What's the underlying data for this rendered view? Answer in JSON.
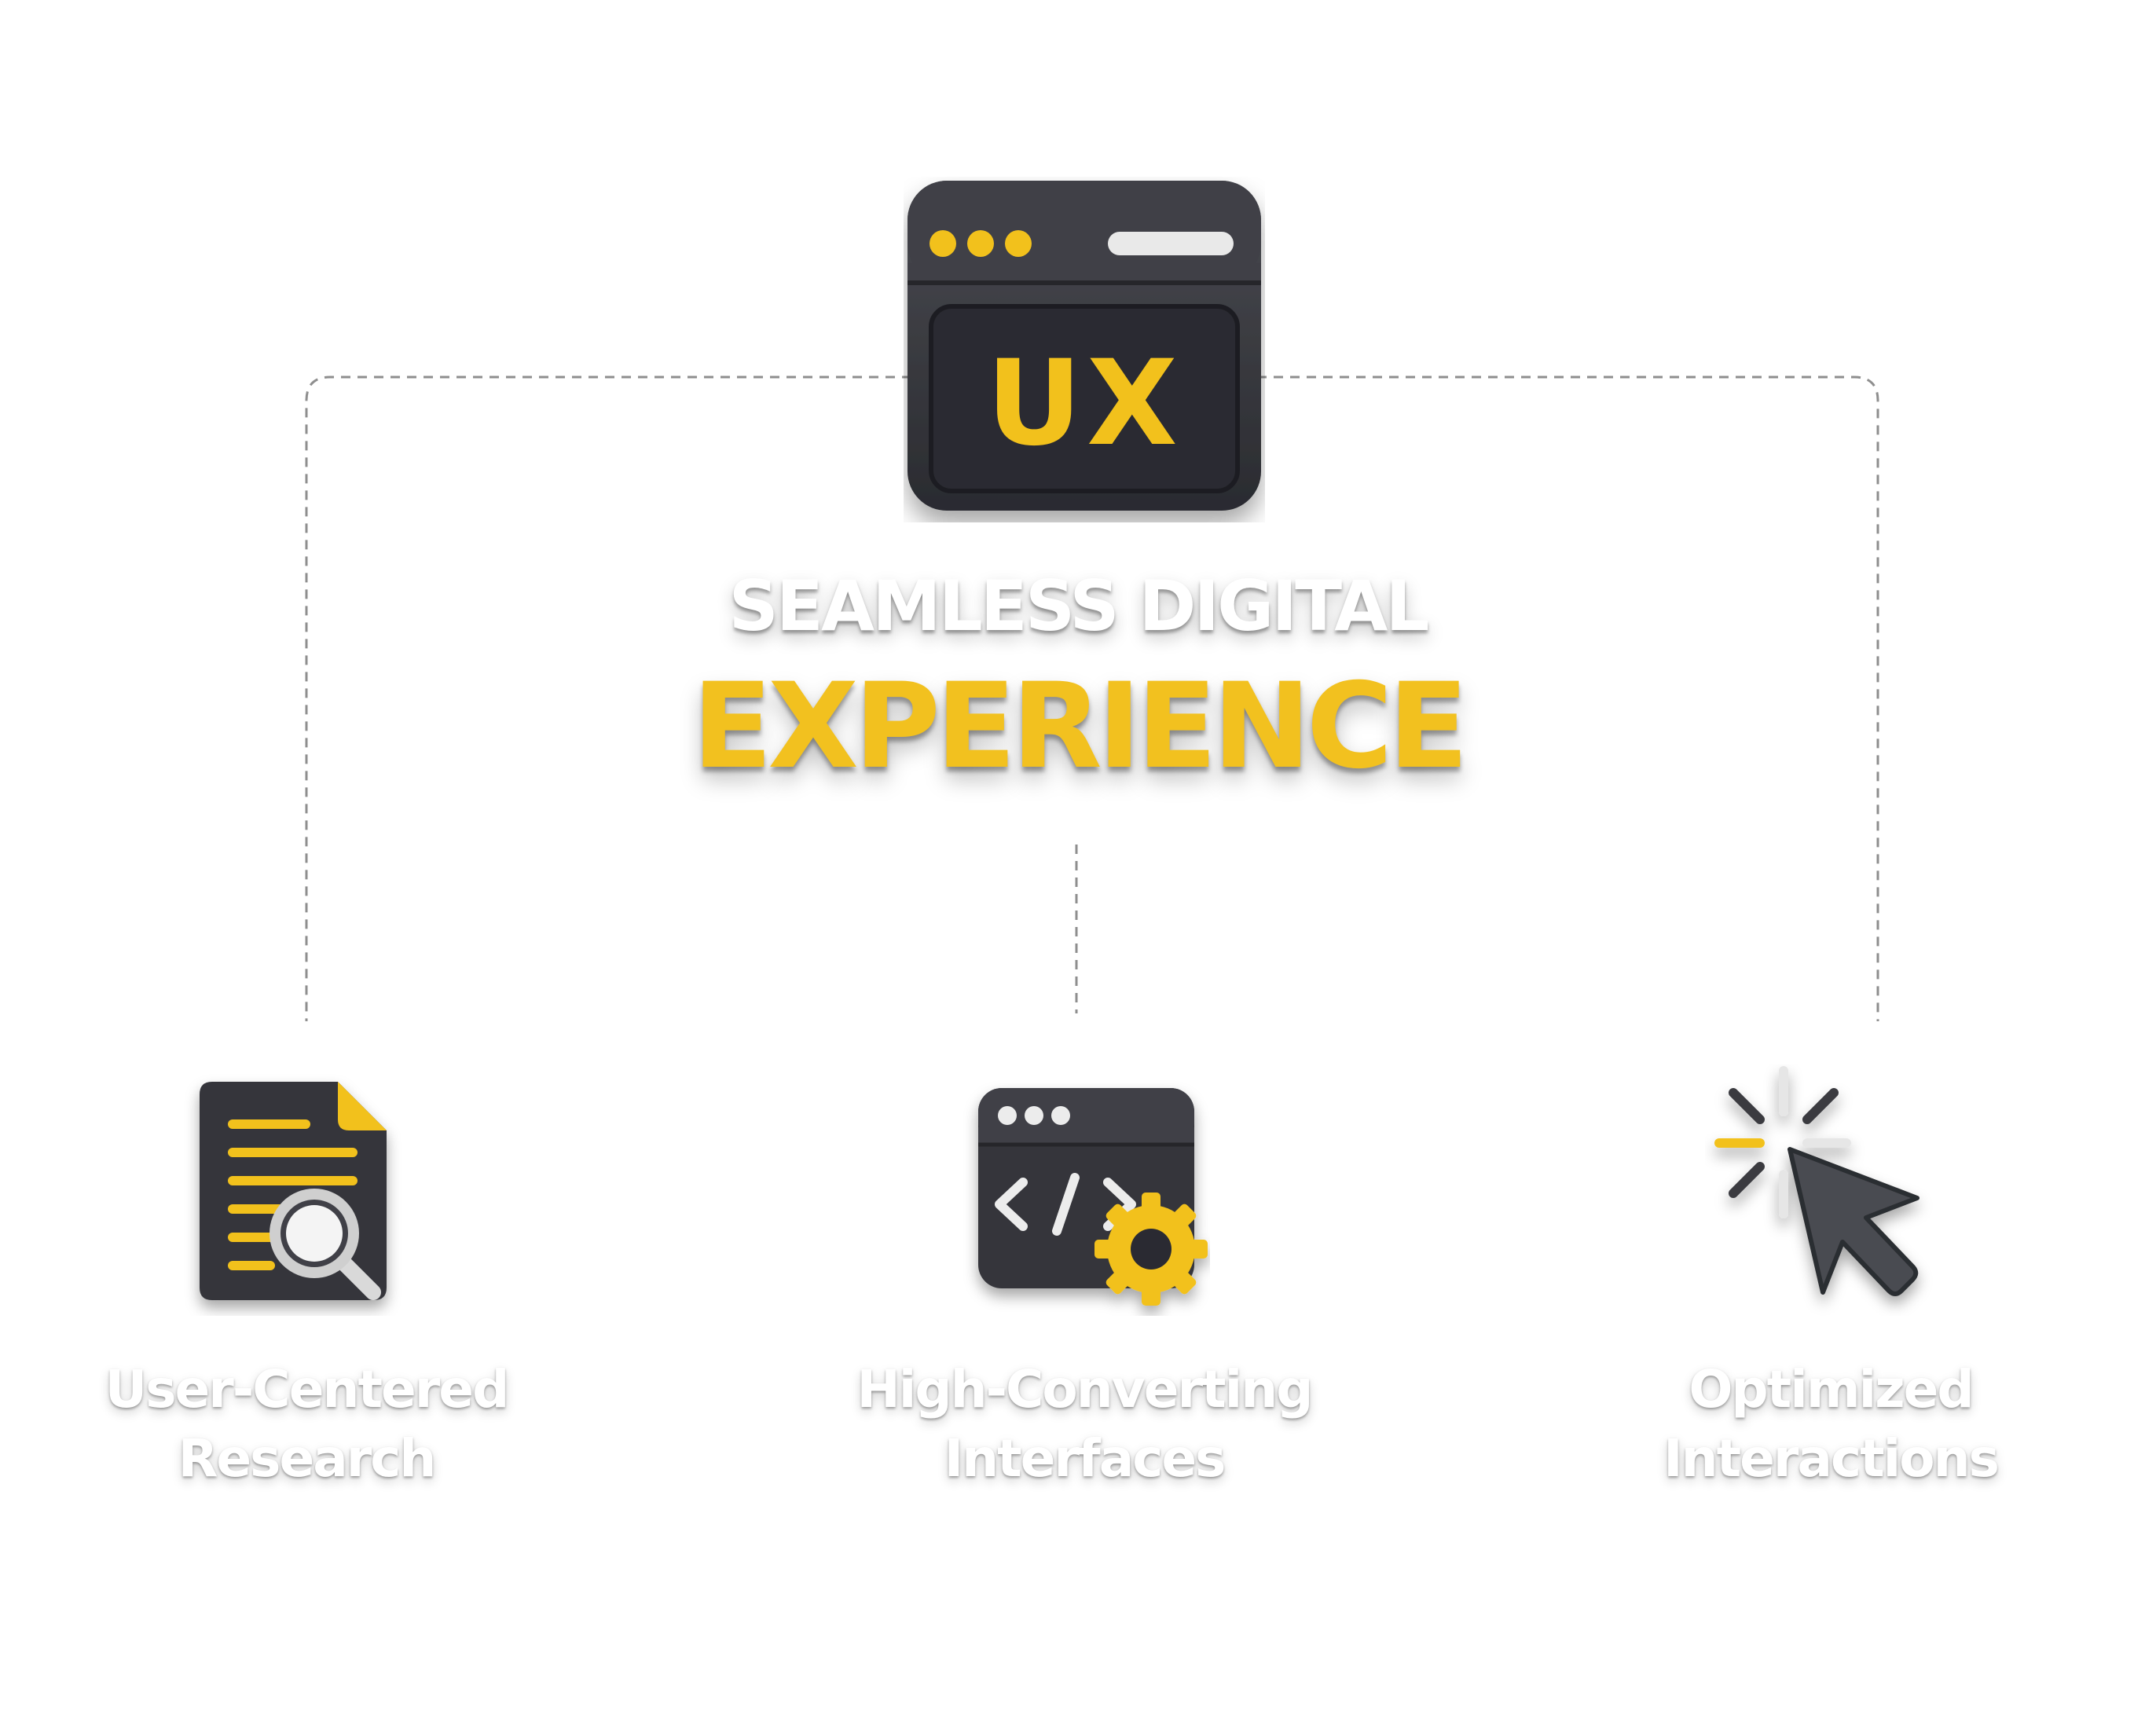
{
  "hero": {
    "icon_name": "ux-browser-window-icon",
    "icon_text": "UX",
    "headline_sub": "SEAMLESS DIGITAL",
    "headline_main": "EXPERIENCE"
  },
  "features": [
    {
      "icon_name": "document-search-icon",
      "label_line1": "User-Centered",
      "label_line2": "Research"
    },
    {
      "icon_name": "code-window-gear-icon",
      "label_line1": "High-Converting",
      "label_line2": "Interfaces"
    },
    {
      "icon_name": "cursor-click-icon",
      "label_line1": "Optimized",
      "label_line2": "Interactions"
    }
  ],
  "colors": {
    "accent": "#f2c11f",
    "icon_dark": "#35363b",
    "connector": "#8e8e8e"
  }
}
